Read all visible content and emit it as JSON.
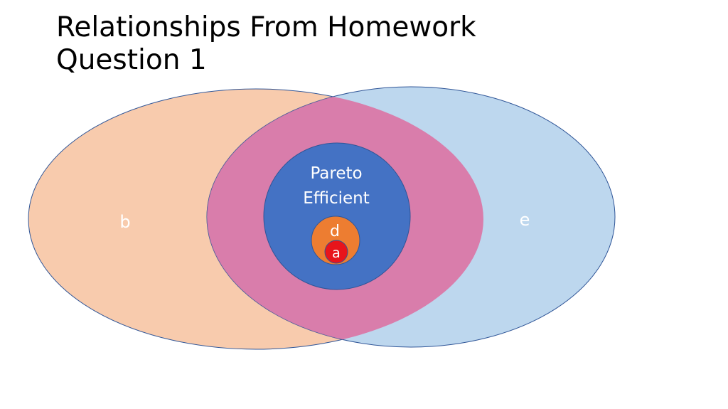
{
  "slide": {
    "title_line1": "Relationships From Homework",
    "title_line2": "Question 1"
  },
  "diagram": {
    "labels": {
      "b": "b",
      "e": "e",
      "pareto_line1": "Pareto",
      "pareto_line2": "Efficient",
      "d": "d",
      "a": "a"
    },
    "colors": {
      "set_b_fill": "#F8CBAD",
      "set_e_fill": "#BDD7EE",
      "intersection_fill": "#D97DAB",
      "pareto_fill": "#4472C4",
      "set_d_fill": "#ED7D31",
      "set_a_fill": "#E8141B",
      "outline": "#2F5597",
      "label_text": "#FFFFFF"
    }
  }
}
